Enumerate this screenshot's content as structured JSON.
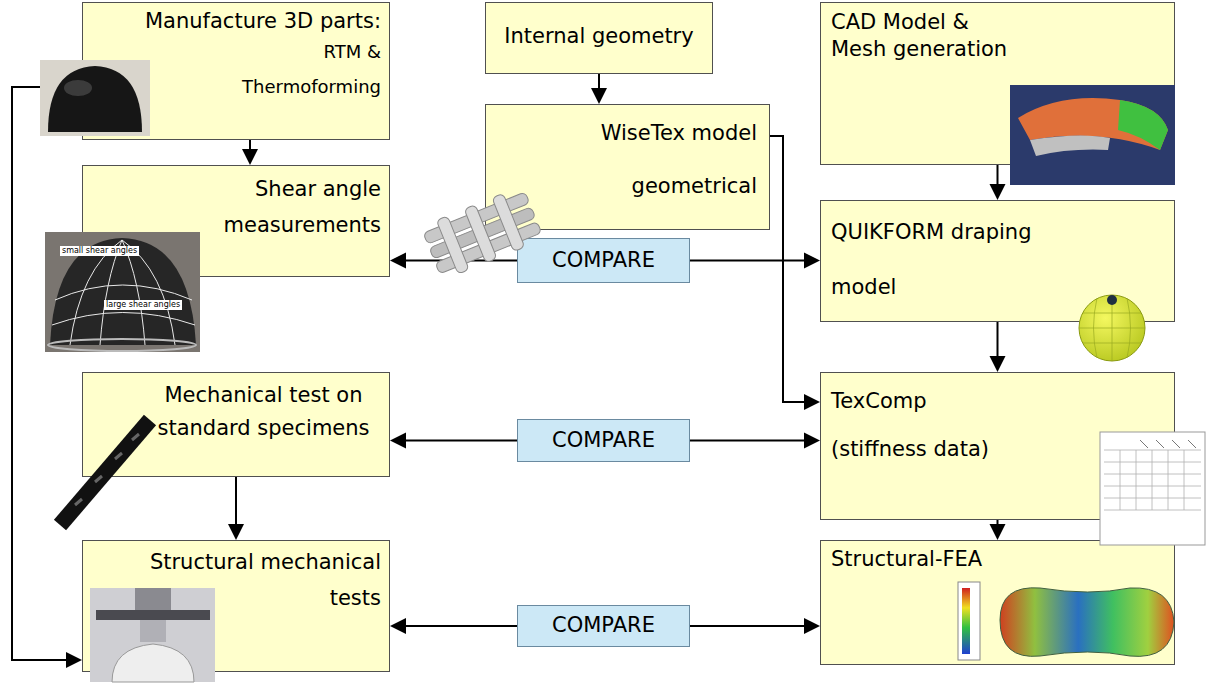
{
  "diagram": {
    "nodes": [
      {
        "text": [
          "Manufacture 3D parts:",
          "RTM & Thermoforming"
        ]
      },
      {
        "text": [
          "Internal geometry"
        ]
      },
      {
        "text": [
          "CAD Model & Mesh generation"
        ]
      },
      {
        "text": [
          "WiseTex model geometrical"
        ]
      },
      {
        "text": [
          "Shear angle measurements"
        ]
      },
      {
        "text": [
          "COMPARE"
        ]
      },
      {
        "text": [
          "QUIKFORM draping model"
        ]
      },
      {
        "text": [
          "Mechanical test on standard specimens"
        ]
      },
      {
        "text": [
          "COMPARE"
        ]
      },
      {
        "text": [
          "TexComp (stiffness data)"
        ]
      },
      {
        "text": [
          "Structural mechanical tests"
        ]
      },
      {
        "text": [
          "COMPARE"
        ]
      },
      {
        "text": [
          "Structural-FEA"
        ]
      }
    ],
    "edges": [
      {
        "from": 1,
        "to": 3,
        "arrow": "to"
      },
      {
        "from": 0,
        "to": 4,
        "arrow": "to"
      },
      {
        "from": 2,
        "to": 6,
        "arrow": "to"
      },
      {
        "from": 5,
        "to": 4,
        "arrow": "to"
      },
      {
        "from": 5,
        "to": 6,
        "arrow": "to"
      },
      {
        "from": 3,
        "to": 9,
        "arrow": "to"
      },
      {
        "from": 6,
        "to": 9,
        "arrow": "to"
      },
      {
        "from": 8,
        "to": 7,
        "arrow": "to"
      },
      {
        "from": 8,
        "to": 9,
        "arrow": "to"
      },
      {
        "from": 7,
        "to": 10,
        "arrow": "to"
      },
      {
        "from": 9,
        "to": 12,
        "arrow": "to"
      },
      {
        "from": 11,
        "to": 10,
        "arrow": "to"
      },
      {
        "from": 11,
        "to": 12,
        "arrow": "to"
      },
      {
        "from": 0,
        "to": 10,
        "arrow": "to"
      }
    ],
    "labels": [
      "small shear angles",
      "large shear angles"
    ]
  }
}
